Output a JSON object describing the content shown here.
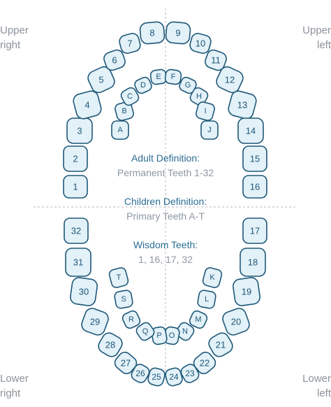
{
  "corners": {
    "upper_right": [
      "Upper",
      "right"
    ],
    "upper_left": [
      "Upper",
      "left"
    ],
    "lower_right": [
      "Lower",
      "right"
    ],
    "lower_left": [
      "Lower",
      "left"
    ]
  },
  "info": [
    {
      "heading": "Adult Definition:",
      "sub": "Permanent Teeth 1-32"
    },
    {
      "heading": "Children Definition:",
      "sub": "Primary Teeth A-T"
    },
    {
      "heading": "Wisdom Teeth:",
      "sub": "1, 16, 17, 32"
    }
  ],
  "colors": {
    "tooth_fill": "#e3f1f8",
    "tooth_stroke": "#1e5878",
    "tooth_text": "#1e5878",
    "divider": "#b4bac0"
  },
  "adult_teeth": [
    "1",
    "2",
    "3",
    "4",
    "5",
    "6",
    "7",
    "8",
    "9",
    "10",
    "11",
    "12",
    "13",
    "14",
    "15",
    "16",
    "17",
    "18",
    "19",
    "20",
    "21",
    "22",
    "23",
    "24",
    "25",
    "26",
    "27",
    "28",
    "29",
    "30",
    "31",
    "32"
  ],
  "primary_teeth": [
    "A",
    "B",
    "C",
    "D",
    "E",
    "F",
    "G",
    "H",
    "I",
    "J",
    "K",
    "L",
    "M",
    "N",
    "O",
    "P",
    "Q",
    "R",
    "S",
    "T"
  ]
}
